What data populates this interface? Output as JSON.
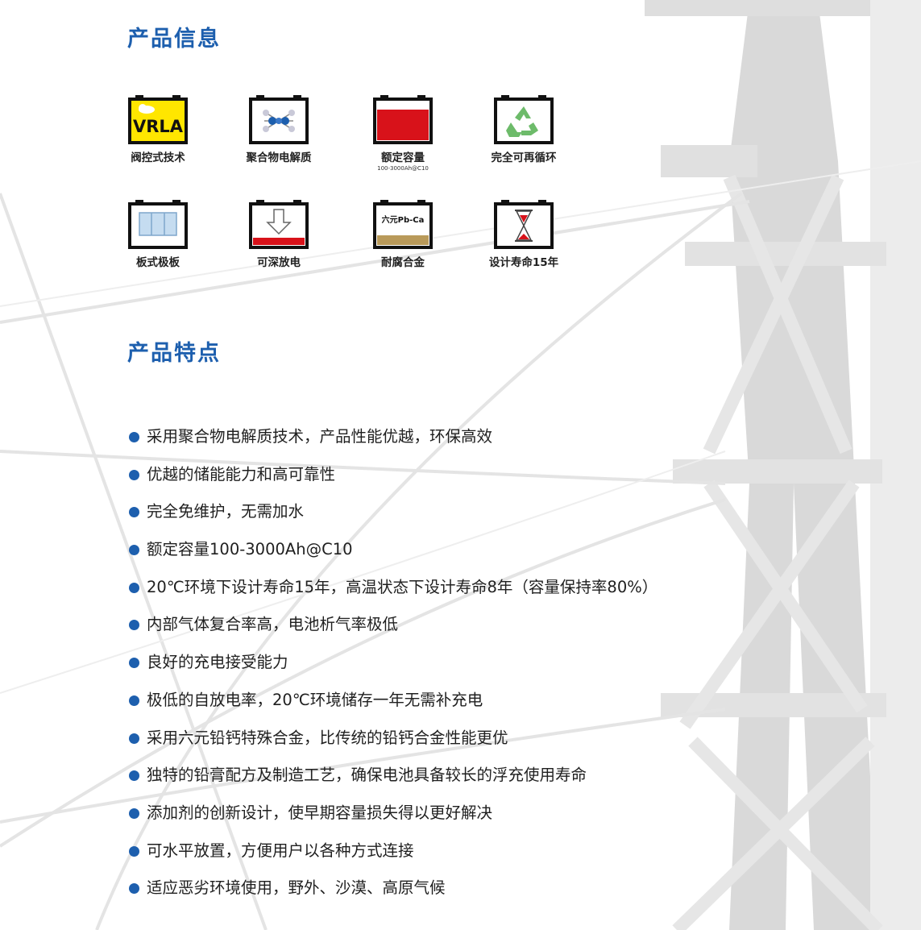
{
  "sections": {
    "info_title": "产品信息",
    "features_title": "产品特点"
  },
  "icons": [
    {
      "label": "阀控式技术",
      "icon": "vrla-battery-icon",
      "badge_text": "VRLA"
    },
    {
      "label": "聚合物电解质",
      "icon": "polymer-molecule-battery-icon"
    },
    {
      "label": "额定容量",
      "sub": "100-3000Ah@C10",
      "icon": "capacity-battery-icon"
    },
    {
      "label": "完全可再循环",
      "icon": "recycle-battery-icon"
    },
    {
      "label": "板式极板",
      "icon": "plate-battery-icon"
    },
    {
      "label": "可深放电",
      "icon": "deep-discharge-battery-icon"
    },
    {
      "label": "耐腐合金",
      "icon": "alloy-battery-icon",
      "badge_text": "六元Pb-Ca"
    },
    {
      "label": "设计寿命15年",
      "icon": "hourglass-battery-icon"
    }
  ],
  "features": [
    "采用聚合物电解质技术，产品性能优越，环保高效",
    "优越的储能能力和高可靠性",
    "完全免维护，无需加水",
    "额定容量100-3000Ah@C10",
    "20℃环境下设计寿命15年，高温状态下设计寿命8年（容量保持率80%）",
    "内部气体复合率高，电池析气率极低",
    "良好的充电接受能力",
    "极低的自放电率，20℃环境储存一年无需补充电",
    "采用六元铅钙特殊合金，比传统的铅钙合金性能更优",
    "独特的铅膏配方及制造工艺，确保电池具备较长的浮充使用寿命",
    "添加剂的创新设计，使早期容量损失得以更好解决",
    "可水平放置，方便用户以各种方式连接",
    "适应恶劣环境使用，野外、沙漠、高原气候"
  ],
  "colors": {
    "accent": "#1d5fae",
    "vrla_yellow": "#ffe600",
    "capacity_red": "#d8121a",
    "recycle_green": "#6dbb6a",
    "alloy_brown": "#b99a5a",
    "plate_blue": "#c5dcf0",
    "background_structure": "#dcdcdc"
  }
}
